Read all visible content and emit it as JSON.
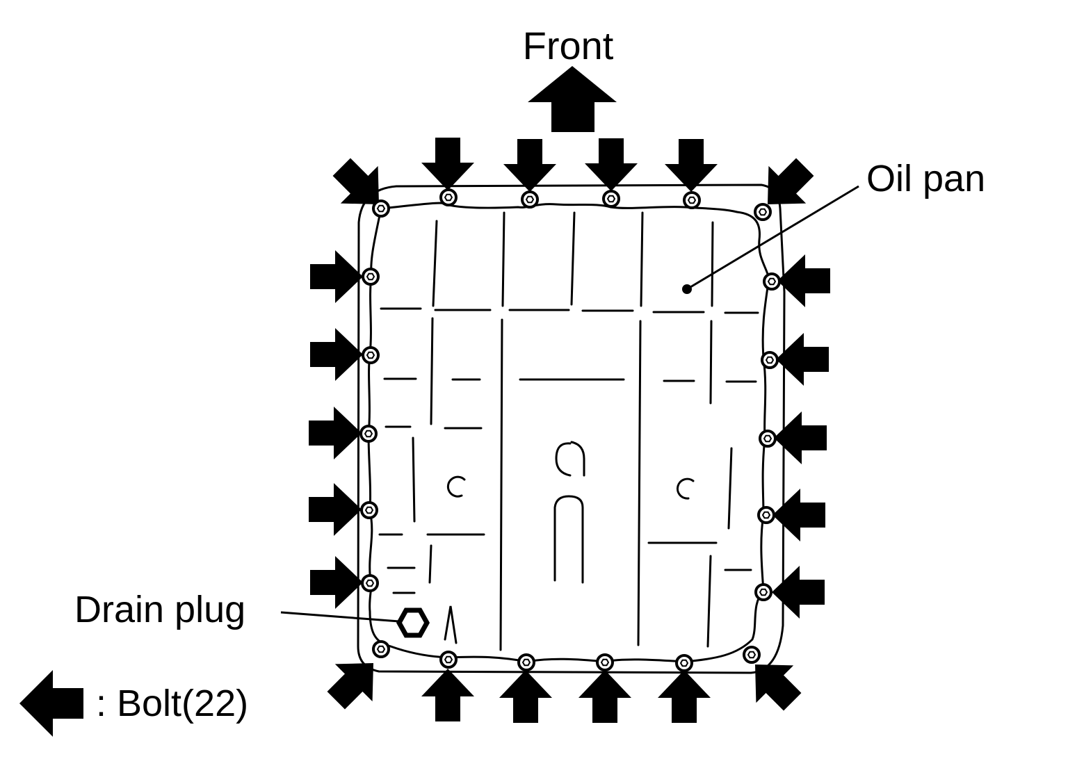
{
  "labels": {
    "front": "Front",
    "oil_pan": "Oil pan",
    "drain_plug": "Drain plug",
    "legend_bolt": ": Bolt(22)"
  },
  "bolt_count": 22,
  "colors": {
    "ink": "#000000",
    "paper": "#ffffff"
  },
  "icons": {
    "front_direction": "arrow-up-icon",
    "bolt": "arrow-icon",
    "bolt_head": "bolt-head-icon",
    "drain_plug": "hex-plug-icon"
  }
}
